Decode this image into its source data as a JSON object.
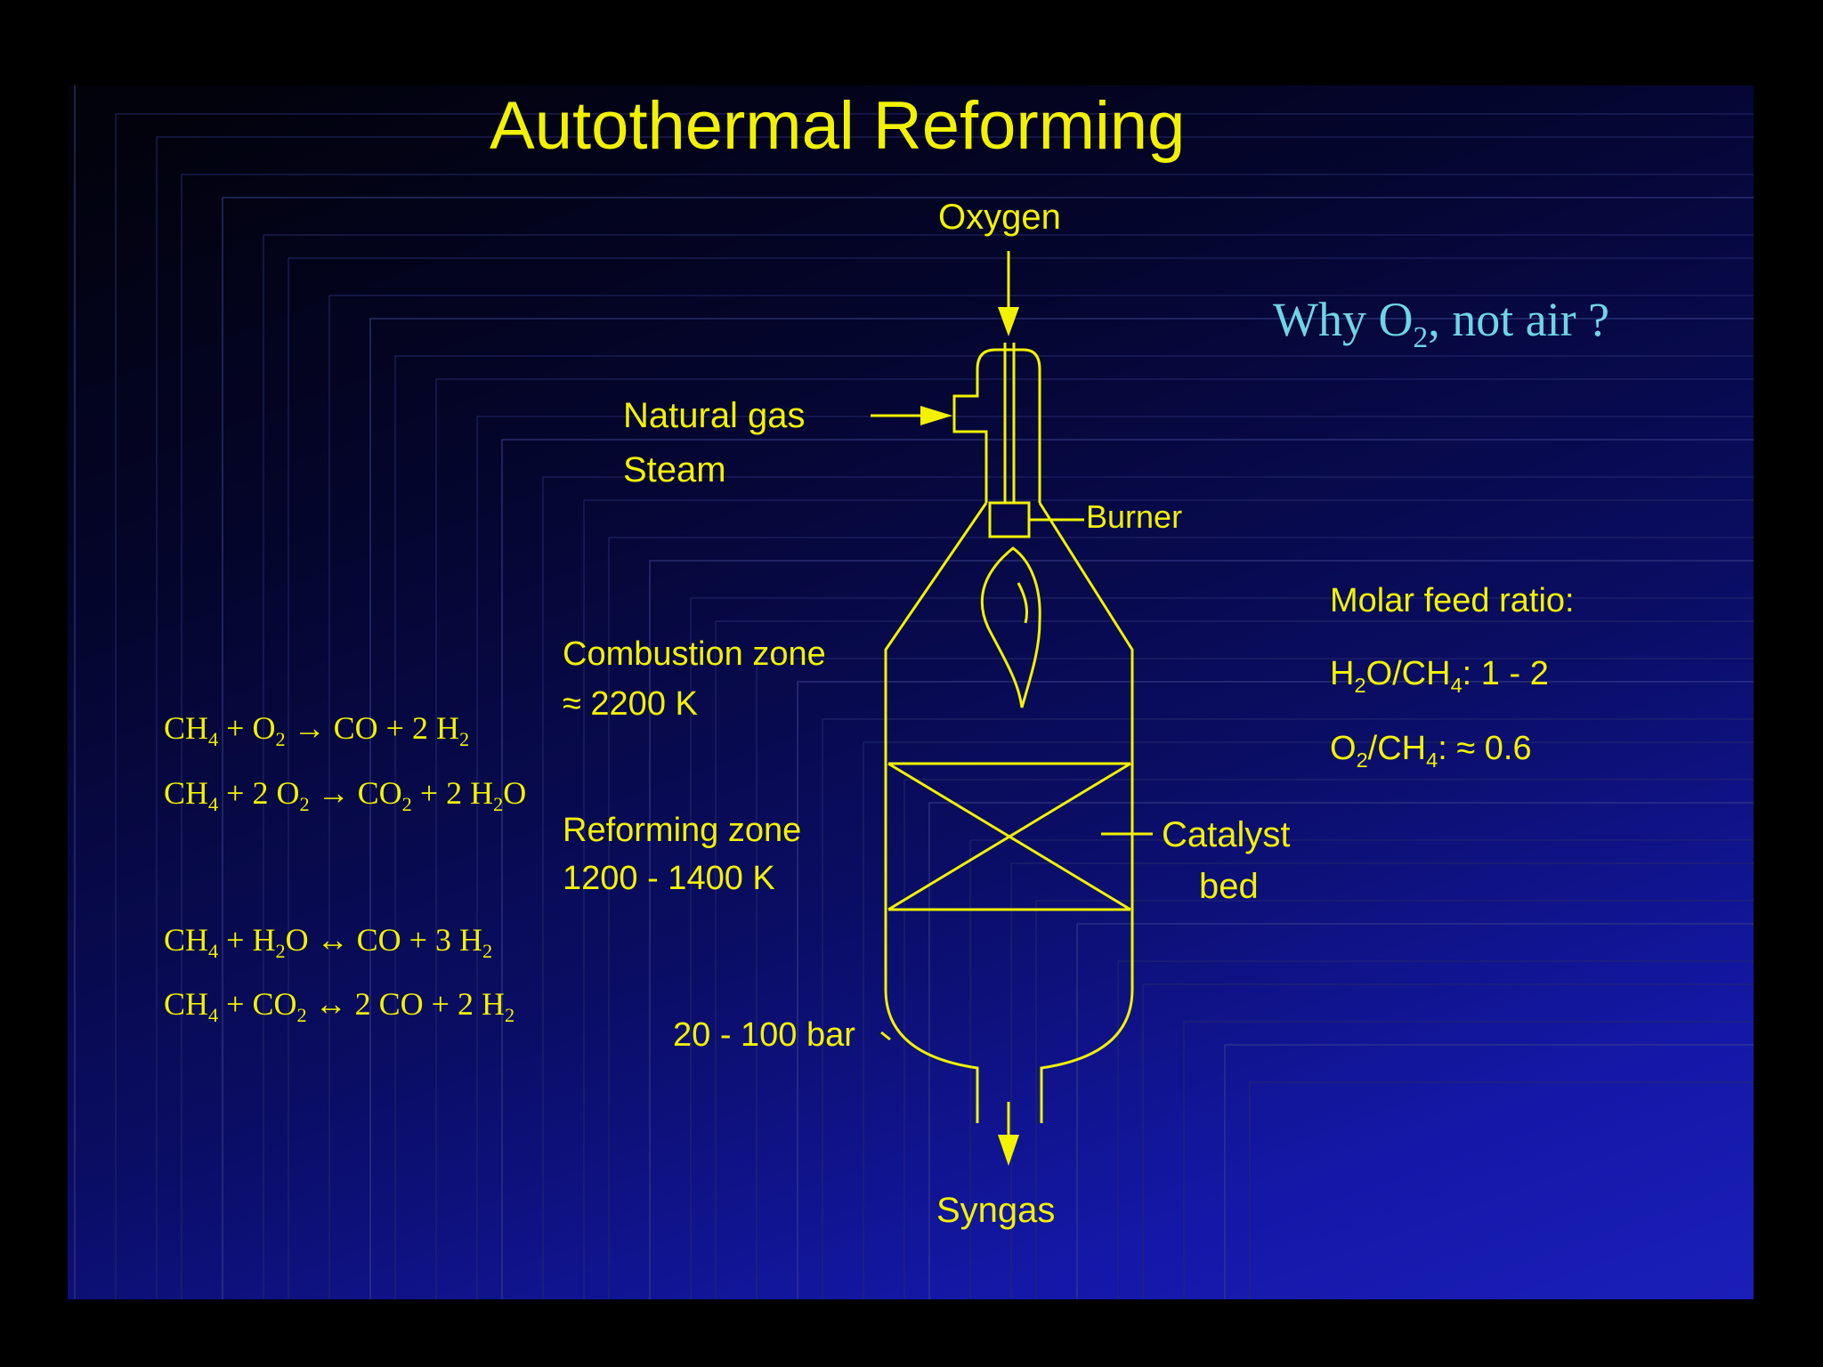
{
  "title": "Autothermal Reforming",
  "labels": {
    "oxygen": "Oxygen",
    "natural_gas": "Natural gas",
    "steam": "Steam",
    "burner": "Burner",
    "combustion_zone": "Combustion zone",
    "combustion_temp": "≈ 2200 K",
    "reforming_zone": "Reforming zone",
    "reforming_temp": "1200 - 1400 K",
    "catalyst": "Catalyst",
    "bed": "bed",
    "pressure": "20 - 100 bar",
    "syngas": "Syngas"
  },
  "question": {
    "pre": "Why O",
    "sub": "2",
    "post": ", not air ?"
  },
  "feed_ratio": {
    "heading": "Molar feed ratio:",
    "r1": {
      "a": "H",
      "a_sub": "2",
      "b": "O/CH",
      "b_sub": "4",
      "val": ": 1 - 2"
    },
    "r2": {
      "a": "O",
      "a_sub": "2",
      "b": "/CH",
      "b_sub": "4",
      "val": ": ≈ 0.6"
    }
  },
  "equations": [
    "CH4 + O2 → CO + 2 H2",
    "CH4 + 2 O2 → CO2 + 2 H2O",
    "CH4 + H2O ↔ CO + 3 H2",
    "CH4 + CO2 ↔ 2 CO + 2 H2"
  ],
  "colors": {
    "yellow": "#f2f200",
    "cyan": "#6fd5e6",
    "background_top": "#04052a",
    "background_bottom": "#1a1fb8"
  }
}
